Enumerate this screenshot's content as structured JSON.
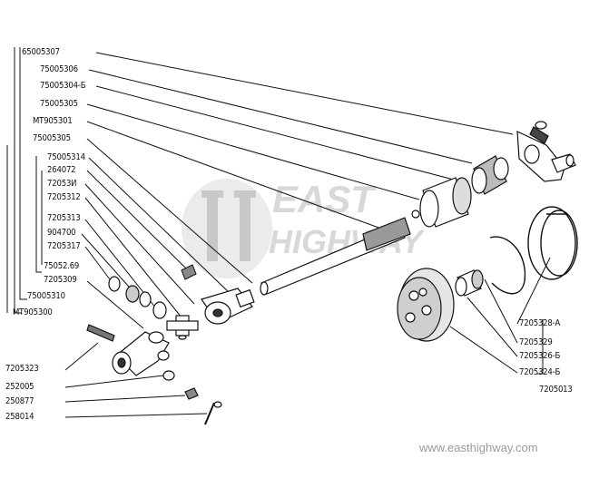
{
  "labels": {
    "left": [
      "65005307",
      "75005306",
      "75005304-Б",
      "75005305",
      "МТ905301",
      "75005305",
      "75005314",
      "264072",
      "72053И",
      "7205312",
      "7205313",
      "904700",
      "7205317",
      "75052.69",
      "7205309",
      "75005310",
      "МТ905300",
      "7205323",
      "252005",
      "250877",
      "258014"
    ],
    "right": [
      "7205328-А",
      "7205329",
      "7205326-Б",
      "7205324-Б",
      "7205013"
    ]
  },
  "watermark": {
    "word1": "EAST",
    "word2": "HIGHWAY",
    "site": "www.easthighway.com"
  },
  "colors": {
    "ink": "#111111",
    "watermark": "#d8d8d8",
    "site": "#9a9a9a"
  }
}
